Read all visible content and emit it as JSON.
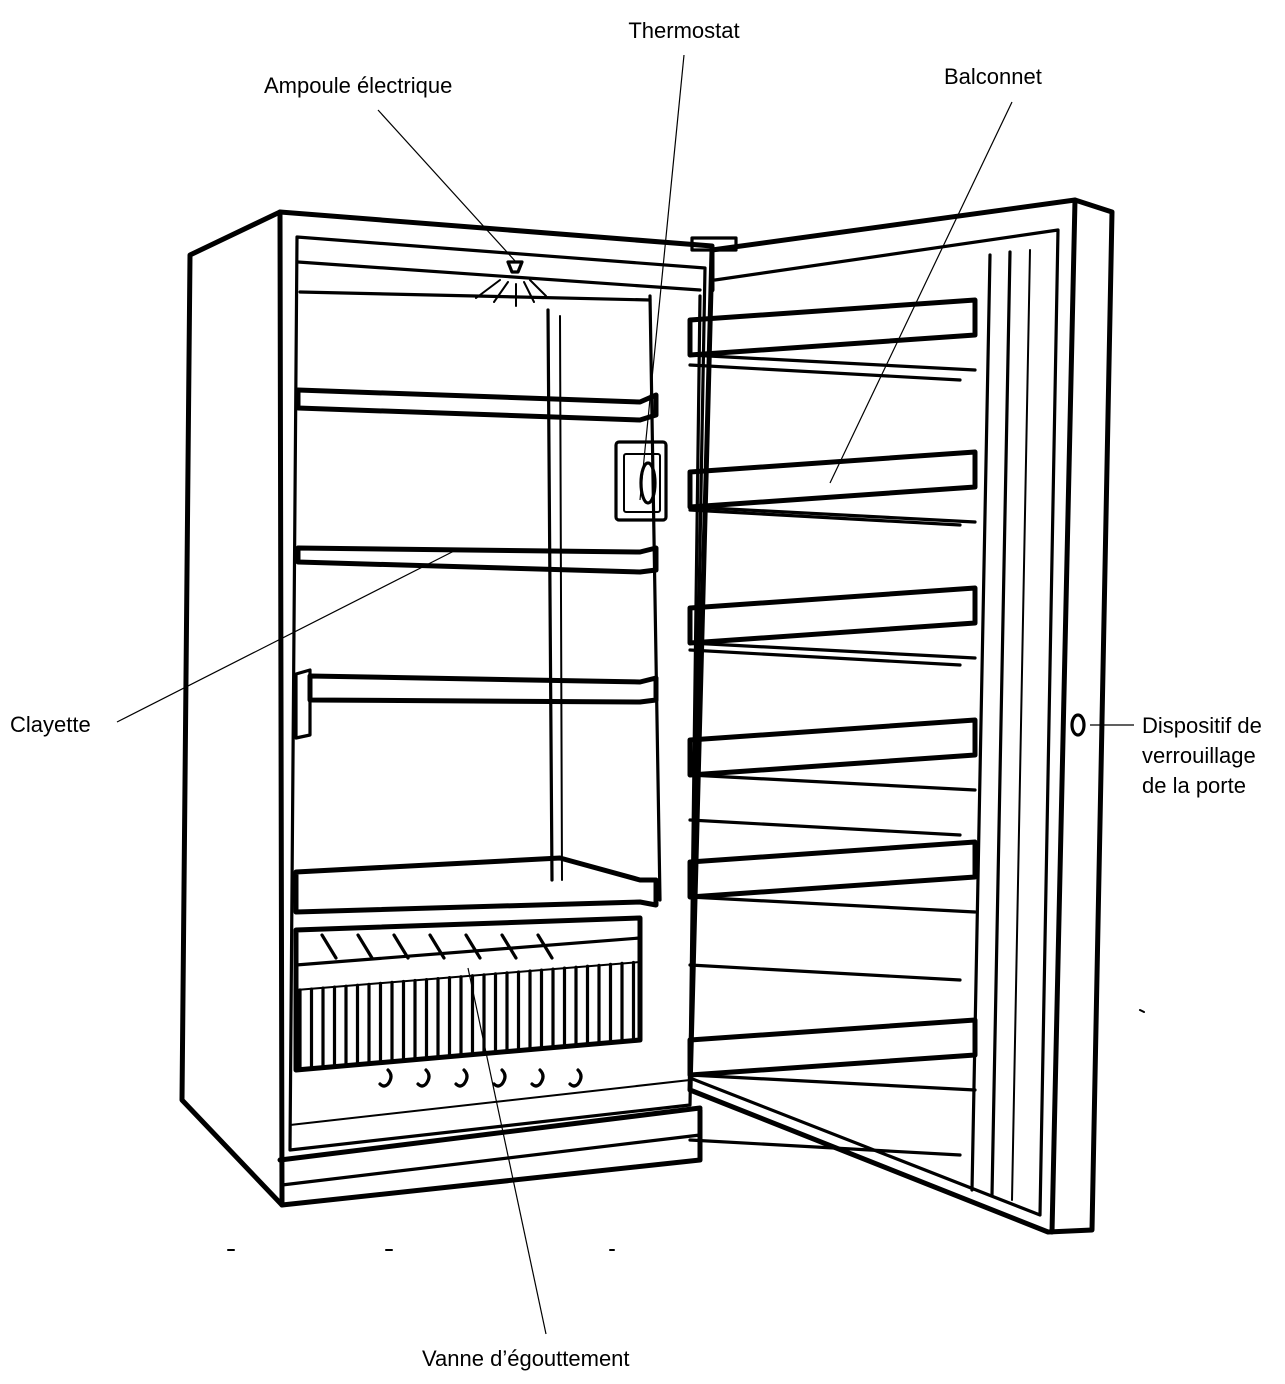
{
  "labels": {
    "thermostat": "Thermostat",
    "ampoule": "Ampoule électrique",
    "balconnet": "Balconnet",
    "clayette": "Clayette",
    "verrouillage": [
      "Dispositif de",
      "verrouillage",
      "de la porte"
    ],
    "vanne": "Vanne d’égouttement"
  }
}
